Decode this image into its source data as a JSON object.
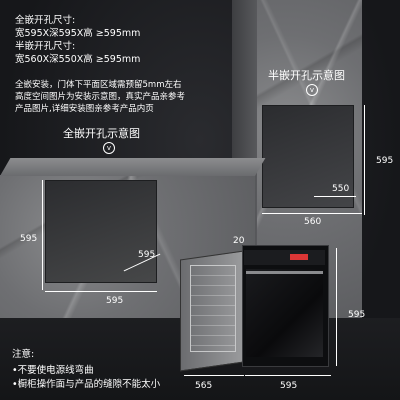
{
  "full_spec": {
    "title": "全嵌开孔尺寸:",
    "dims": "宽595X深595X高 ≥595mm"
  },
  "half_spec": {
    "title": "半嵌开孔尺寸:",
    "dims": "宽560X深550X高 ≥595mm"
  },
  "install_note": {
    "line1": "全嵌安装，门体下平面区域需预留5mm左右",
    "line2": "高度空间图片为安装示意图，真实产品亲参考",
    "line3": "产品图片,详细安装图亲参考产品内页"
  },
  "captions": {
    "half": "半嵌开孔示意图",
    "full": "全嵌开孔示意图"
  },
  "dims": {
    "half_height": "595",
    "half_inner_width": "550",
    "half_outer_width": "560",
    "full_height": "595",
    "full_depth": "595",
    "full_width": "595",
    "oven_gap": "20",
    "oven_height": "595",
    "oven_depth": "565",
    "oven_width": "595"
  },
  "notes": {
    "heading": "注意:",
    "item1": "•不要使电源线弯曲",
    "item2": "•橱柜操作面与产品的缝隙不能太小"
  }
}
